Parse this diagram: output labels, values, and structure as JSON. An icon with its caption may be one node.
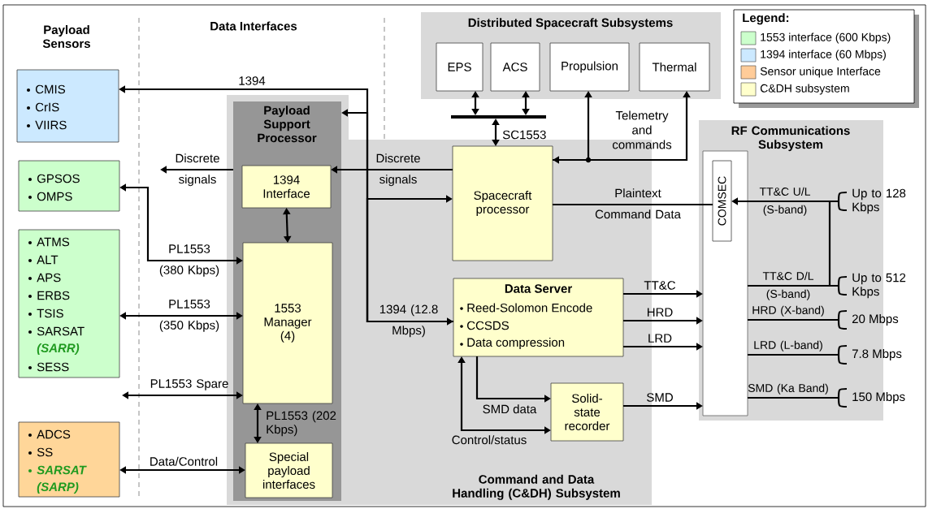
{
  "diagram": {
    "nodes": [
      {
        "text": [
          "CMIS",
          "CrIS",
          "VIIRS"
        ]
      },
      {
        "text": [
          "GPSOS",
          "OMPS"
        ]
      },
      {
        "text": [
          "ATMS",
          "ALT",
          "APS",
          "ERBS",
          "TSIS",
          "SARSAT",
          "(SARR)",
          "SESS"
        ]
      },
      {
        "text": [
          "ADCS",
          "SS",
          "SARSAT",
          "(SARP)"
        ]
      },
      {
        "text": [
          "Payload Support Processor"
        ]
      },
      {
        "text": [
          "1394 Interface"
        ],
        "in": 4
      },
      {
        "text": [
          "1553 Manager (4)"
        ],
        "in": 4
      },
      {
        "text": [
          "Special payload interfaces"
        ],
        "in": 4
      },
      {
        "text": [
          "Distributed Spacecraft Subsystems"
        ]
      },
      {
        "text": [
          "EPS"
        ],
        "in": 8
      },
      {
        "text": [
          "ACS"
        ],
        "in": 8
      },
      {
        "text": [
          "Propulsion"
        ],
        "in": 8
      },
      {
        "text": [
          "Thermal"
        ],
        "in": 8
      },
      {
        "text": [],
        "shape": "bar"
      },
      {
        "text": [
          "Command and Data Handling (C&DH) Subsystem"
        ]
      },
      {
        "text": [
          "Spacecraft processor"
        ],
        "in": 14
      },
      {
        "text": [
          "Data Server",
          "Reed-Solomon Encode",
          "CCSDS",
          "Data compression"
        ],
        "in": 14
      },
      {
        "text": [
          "Solid-state recorder"
        ],
        "in": 14
      },
      {
        "text": [
          "RF Communications Subsystem"
        ]
      },
      {
        "text": [],
        "shape": "box",
        "in": 18
      },
      {
        "text": [
          "COMSEC"
        ],
        "in": 19
      },
      {
        "text": [],
        "shape": "antenna",
        "in": 18,
        "beside": [
          "Up to 128 Kbps"
        ]
      },
      {
        "text": [],
        "shape": "antenna",
        "in": 18,
        "beside": [
          "Up to 512 Kbps"
        ]
      },
      {
        "text": [],
        "shape": "antenna",
        "in": 18,
        "beside": [
          "20 Mbps"
        ]
      },
      {
        "text": [],
        "shape": "antenna",
        "in": 18,
        "beside": [
          "7.8 Mbps"
        ]
      },
      {
        "text": [],
        "shape": "antenna",
        "in": 18,
        "beside": [
          "150 Mbps"
        ]
      }
    ],
    "edges": [
      {
        "from": 16,
        "to": 0,
        "arrow": "both",
        "label": "1394"
      },
      {
        "from": 16,
        "to": 4,
        "arrow": "to"
      },
      {
        "from": 16,
        "to": 15,
        "arrow": "to"
      },
      {
        "from": 15,
        "to": 5,
        "arrow": "to",
        "label": "Discrete signals"
      },
      {
        "from": 4,
        "to": null,
        "arrow": "to",
        "label": "Discrete signals"
      },
      {
        "from": 6,
        "to": 1,
        "arrow": "both",
        "label": "PL1553 (380 Kbps)"
      },
      {
        "from": 2,
        "to": 6,
        "arrow": "both",
        "label": "PL1553 (350 Kbps)"
      },
      {
        "from": null,
        "to": 6,
        "arrow": "both",
        "label": "PL1553 Spare"
      },
      {
        "from": 3,
        "to": 7,
        "arrow": "both",
        "label": "Data/Control"
      },
      {
        "from": 5,
        "to": 6,
        "arrow": "both"
      },
      {
        "from": 6,
        "to": 7,
        "arrow": "both",
        "label": "PL1553 (202 Kbps)"
      },
      {
        "from": 9,
        "to": 13,
        "arrow": "both"
      },
      {
        "from": 10,
        "to": 13,
        "arrow": "both"
      },
      {
        "from": 13,
        "to": 15,
        "arrow": "both",
        "label": "SC1553"
      },
      {
        "from": 15,
        "to": 11,
        "arrow": "both"
      },
      {
        "from": 15,
        "to": 12,
        "arrow": "to",
        "label": "Telemetry and commands"
      },
      {
        "from": 20,
        "to": 15,
        "arrow": "none",
        "label": "Plaintext Command Data"
      },
      {
        "from": 21,
        "to": 20,
        "arrow": "to",
        "label": "TT&C U/L (S-band)"
      },
      {
        "from": 21,
        "to": 22,
        "arrow": "none"
      },
      {
        "from": 19,
        "to": 22,
        "arrow": "none",
        "label": "TT&C D/L (S-band)"
      },
      {
        "from": 19,
        "to": 23,
        "arrow": "none",
        "label": "HRD (X-band)"
      },
      {
        "from": 19,
        "to": 24,
        "arrow": "none",
        "label": "LRD (L-band)"
      },
      {
        "from": 19,
        "to": 25,
        "arrow": "none",
        "label": "SMD (Ka Band)"
      },
      {
        "from": 16,
        "to": 19,
        "arrow": "to",
        "label": "TT&C"
      },
      {
        "from": 16,
        "to": 19,
        "arrow": "to",
        "label": "HRD"
      },
      {
        "from": 16,
        "to": 19,
        "arrow": "to",
        "label": "LRD"
      },
      {
        "from": 17,
        "to": 19,
        "arrow": "to",
        "label": "SMD"
      },
      {
        "from": 16,
        "to": 17,
        "arrow": "to",
        "label": "SMD data"
      },
      {
        "from": 17,
        "to": 16,
        "arrow": "both",
        "label": "Control/status"
      }
    ],
    "labels": [
      "Payload Sensors",
      "Data Interfaces",
      "1394 (12.8 Mbps)",
      "Legend:"
    ],
    "legend": [
      {
        "text": "1553 interface (600 Kbps)",
        "color": "#ccffcc"
      },
      {
        "text": "1394 interface (60 Mbps)",
        "color": "#cce9ff"
      },
      {
        "text": "Sensor unique Interface",
        "color": "#ffcc99"
      },
      {
        "text": "C&DH subsystem",
        "color": "#ffffcc"
      }
    ]
  }
}
